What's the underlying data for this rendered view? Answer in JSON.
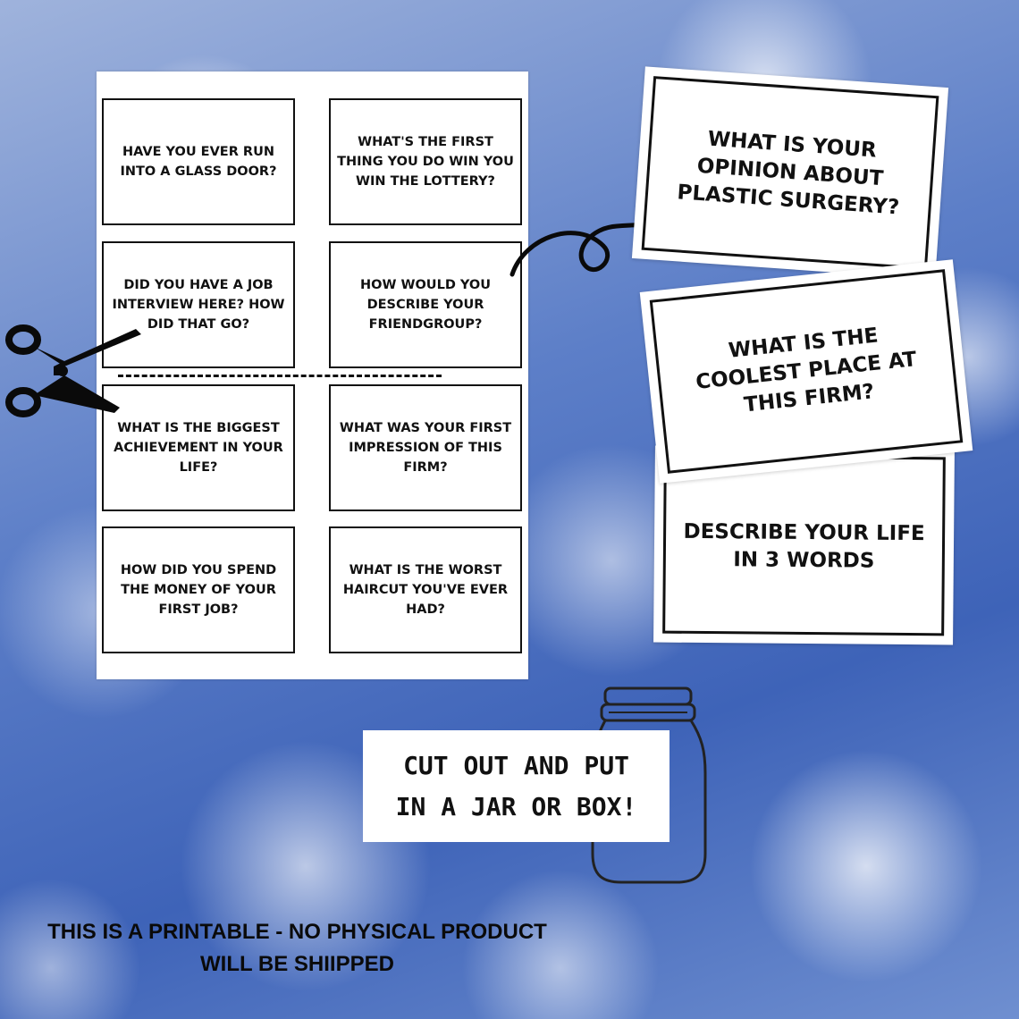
{
  "sheet_cards": [
    "HAVE YOU EVER RUN INTO A GLASS DOOR?",
    "WHAT'S THE FIRST THING YOU DO WIN YOU WIN THE LOTTERY?",
    "DID YOU HAVE A JOB INTERVIEW HERE? HOW DID THAT GO?",
    "HOW WOULD YOU DESCRIBE YOUR FRIENDGROUP?",
    "WHAT IS THE BIGGEST ACHIEVEMENT IN YOUR LIFE?",
    "WHAT WAS YOUR FIRST IMPRESSION OF THIS FIRM?",
    "HOW DID YOU SPEND THE MONEY OF YOUR FIRST JOB?",
    "WHAT IS THE WORST HAIRCUT YOU'VE EVER HAD?"
  ],
  "big_cards": {
    "card_1": "WHAT IS YOUR OPINION ABOUT PLASTIC SURGERY?",
    "card_2": "WHAT IS THE COOLEST PLACE AT THIS FIRM?",
    "card_3": "DESCRIBE YOUR LIFE IN 3 WORDS"
  },
  "cta": {
    "line1": "CUT OUT AND PUT",
    "line2": "IN A JAR OR BOX!"
  },
  "footer": {
    "line1": "THIS IS A PRINTABLE - NO PHYSICAL PRODUCT",
    "line2": "WILL BE SHIIPPED"
  },
  "icons": [
    "scissors-icon",
    "curly-arrow-icon",
    "mason-jar-icon"
  ]
}
